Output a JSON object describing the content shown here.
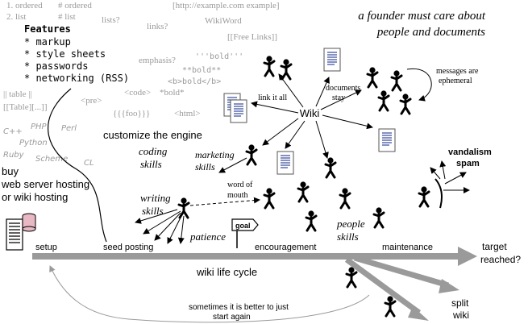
{
  "wiki_syntax": {
    "ordered_1": "1. ordered",
    "ordered_2": "# ordered",
    "list_1": "2. list",
    "list_2": "# list",
    "lists": "lists?",
    "links": "links?",
    "url": "[http://example.com example]",
    "wikiword": "WikiWord",
    "free_links": "[[Free Links]]",
    "emphasis": "emphasis?",
    "bold_1": "'''bold'''",
    "bold_2": "**bold**",
    "bold_3": "<b>bold</b>",
    "bold_4": "*bold*",
    "table_1": "|| table ||",
    "table_2": "[[Table][...]]",
    "pre": "<pre>",
    "code": "<code>",
    "foo": "{{{foo}}}",
    "html": "<html>"
  },
  "features": {
    "title": "Features",
    "items": [
      "* markup",
      "* style sheets",
      "* passwords",
      "* networking (RSS)"
    ]
  },
  "languages": [
    "C++",
    "PHP",
    "Perl",
    "Python",
    "Ruby",
    "Scheme",
    "CL"
  ],
  "founder_quote": [
    "a founder must care about",
    "people and documents"
  ],
  "labels": {
    "customize_engine": "customize the engine",
    "coding_skills": [
      "coding",
      "skills"
    ],
    "marketing_skills": [
      "marketing",
      "skills"
    ],
    "writing_skills": [
      "writing",
      "skills"
    ],
    "patience": "patience",
    "people_skills": [
      "people",
      "skills"
    ],
    "word_of_mouth": [
      "word of",
      "mouth"
    ],
    "buy_hosting": [
      "buy",
      "web server hosting",
      "or wiki hosting"
    ],
    "link_it_all": "link it all",
    "wiki": "Wiki",
    "documents_stay": [
      "documents",
      "stay"
    ],
    "messages_ephemeral": [
      "messages are",
      "ephemeral"
    ],
    "vandalism": "vandalism",
    "spam": "spam",
    "goal": "goal"
  },
  "timeline": {
    "stages": [
      "setup",
      "seed posting",
      "encouragement",
      "maintenance"
    ],
    "title": "wiki life cycle",
    "target": [
      "target",
      "reached?"
    ],
    "split": [
      "split",
      "wiki"
    ],
    "restart": [
      "sometimes it is better to just",
      "start again"
    ]
  }
}
